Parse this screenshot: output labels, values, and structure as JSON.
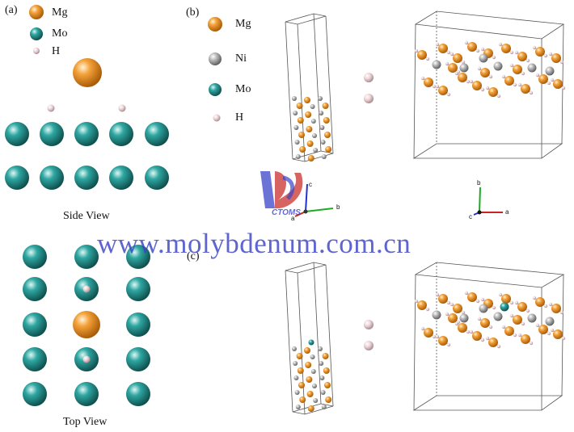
{
  "panel_a": {
    "label": "(a)",
    "legend": [
      {
        "key": "mg",
        "label": "Mg",
        "color": "#e88a1c"
      },
      {
        "key": "mo",
        "label": "Mo",
        "color": "#1f8a88"
      },
      {
        "key": "h",
        "label": "H",
        "color": "#e3c9cc"
      }
    ],
    "side_view_caption": "Side View",
    "top_view_caption": "Top View"
  },
  "panel_b": {
    "label": "(b)",
    "legend": [
      {
        "key": "mg",
        "label": "Mg",
        "color": "#e88a1c"
      },
      {
        "key": "ni",
        "label": "Ni",
        "color": "#a9a9a9"
      },
      {
        "key": "mo",
        "label": "Mo",
        "color": "#1f8a88"
      },
      {
        "key": "h",
        "label": "H",
        "color": "#e3c9cc"
      }
    ]
  },
  "panel_c": {
    "label": "(c)"
  },
  "axes": {
    "c": "c",
    "b": "b",
    "a": "a"
  },
  "watermark": {
    "text": "www.molybdenum.com.cn",
    "logo_text": "CTOMS"
  }
}
